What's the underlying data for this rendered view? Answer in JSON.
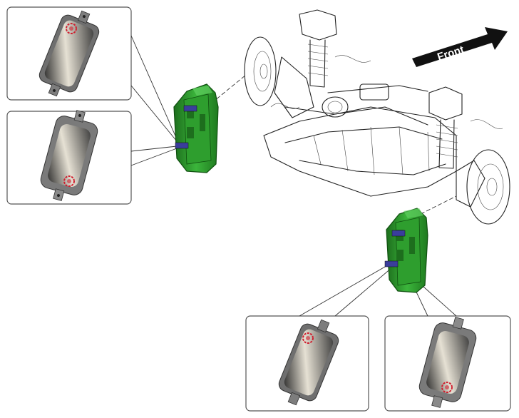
{
  "diagram": {
    "direction_label": "Front",
    "colors": {
      "caliper": "#2e9e2e",
      "caliper_dark": "#1d6e1d",
      "caliper_light": "#5fcf5f",
      "pad_plate": "#8c8c8c",
      "pad_friction": "#d9d3c4",
      "wear_indicator": "#d01f2f",
      "arrow": "#111111"
    },
    "callouts": [
      {
        "id": "top-left",
        "content": "brake-pad-inner-view"
      },
      {
        "id": "mid-left",
        "content": "brake-pad-outer-view"
      },
      {
        "id": "bottom-center",
        "content": "brake-pad-inner-view"
      },
      {
        "id": "bottom-right",
        "content": "brake-pad-outer-view"
      }
    ]
  }
}
